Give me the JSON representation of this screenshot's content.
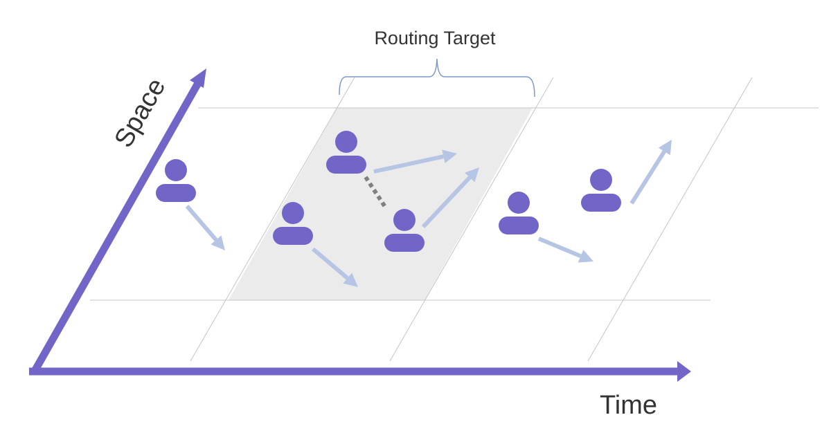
{
  "routing_target_label": "Routing Target",
  "axes": {
    "space_label": "Space",
    "time_label": "Time"
  },
  "colors": {
    "axis": "#7166c8",
    "person": "#7166c8",
    "motion_arrow": "#b6c5e4",
    "highlight_cell": "#ebebeb",
    "grid_line": "#c4c4c4",
    "brace": "#7b97c9",
    "link": "#808080"
  },
  "icons": {
    "person": "person-icon",
    "motion": "motion-arrow"
  }
}
